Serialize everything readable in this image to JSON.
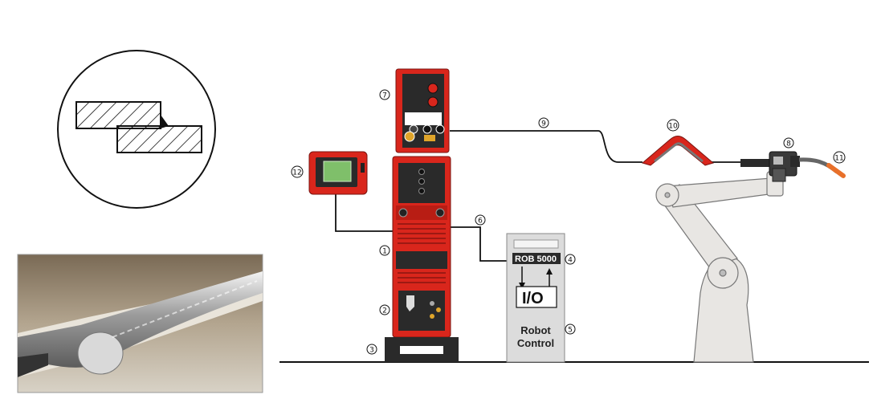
{
  "callouts": [
    "1",
    "2",
    "3",
    "4",
    "5",
    "6",
    "7",
    "8",
    "9",
    "10",
    "11",
    "12"
  ],
  "robot_interface": {
    "model": "ROB 5000",
    "io": "I/O",
    "cabinet_line1": "Robot",
    "cabinet_line2": "Control"
  },
  "colors": {
    "power_source_red": "#d9261c",
    "dark_panel": "#2a2a2a",
    "cabinet_gray": "#dcdcdc",
    "robot_arm": "#e8e6e3",
    "display_green": "#7fbf6a",
    "torch_orange": "#e8702a"
  }
}
